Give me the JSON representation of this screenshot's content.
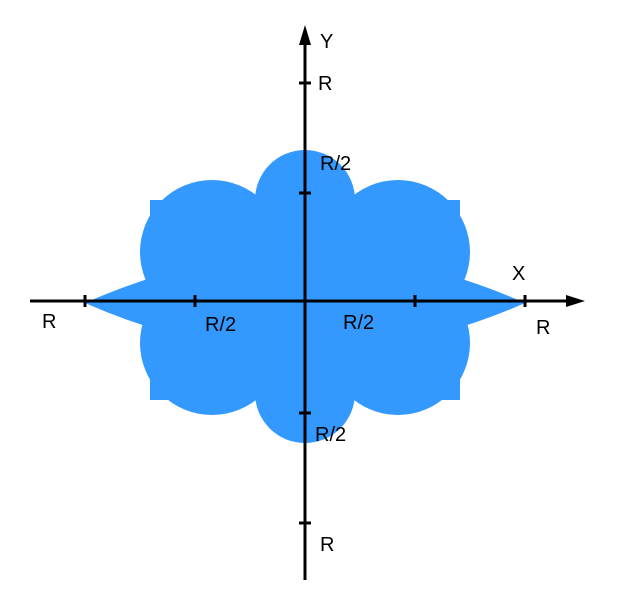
{
  "axes": {
    "x_name": "X",
    "y_name": "Y"
  },
  "labels": {
    "y_top_R": "R",
    "y_top_half": "R/2",
    "y_bottom_half": "R/2",
    "y_bottom_R": "R",
    "x_left_R": "R",
    "x_left_half": "R/2",
    "x_right_half": "R/2",
    "x_right_R": "R"
  },
  "colors": {
    "region_fill": "#3399FF",
    "axis_color": "#000000"
  }
}
